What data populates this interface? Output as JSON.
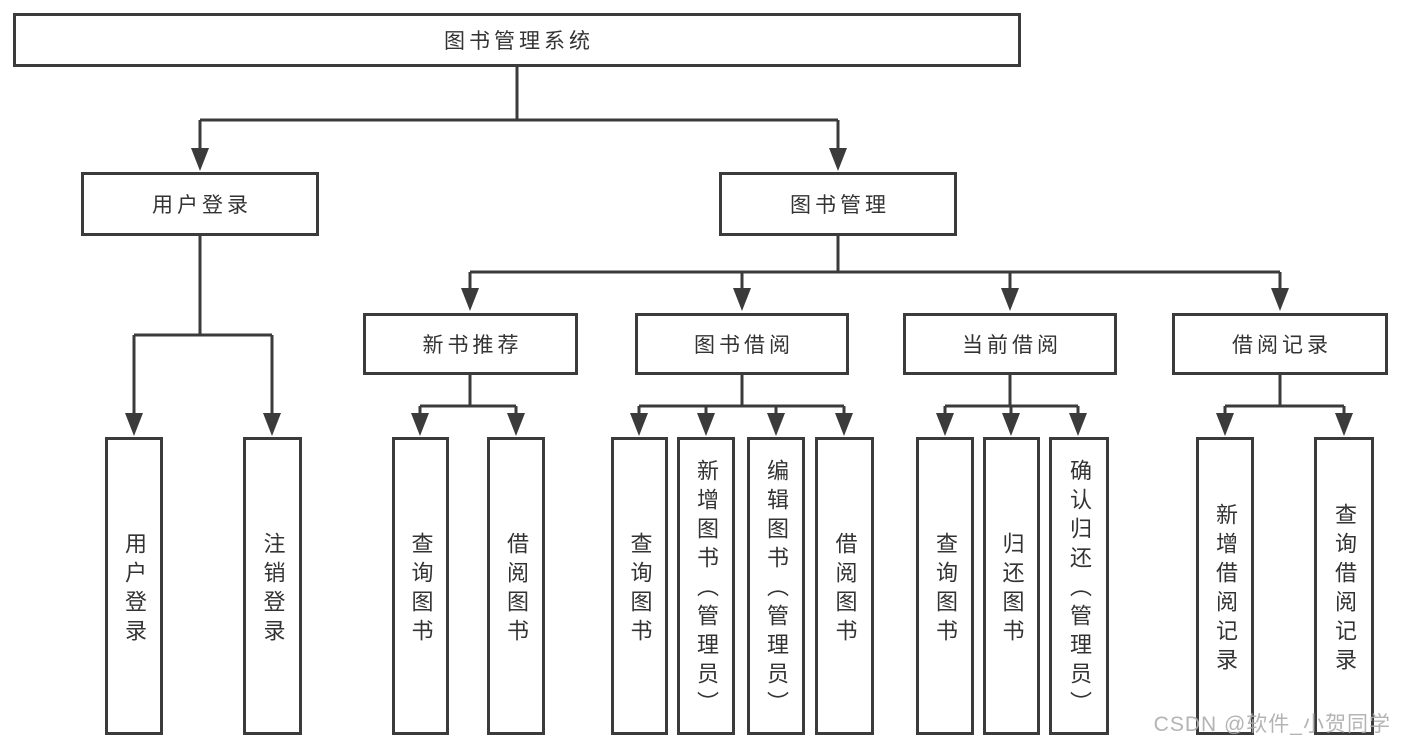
{
  "diagram_title": "图书管理系统",
  "tree": {
    "root": {
      "label": "图书管理系统"
    },
    "branches": [
      {
        "label": "用户登录",
        "children": [
          {
            "label": "用户登录"
          },
          {
            "label": "注销登录"
          }
        ]
      },
      {
        "label": "图书管理",
        "children": [
          {
            "label": "新书推荐",
            "children": [
              {
                "label": "查询图书"
              },
              {
                "label": "借阅图书"
              }
            ]
          },
          {
            "label": "图书借阅",
            "children": [
              {
                "label": "查询图书"
              },
              {
                "label": "新增图书（管理员）"
              },
              {
                "label": "编辑图书（管理员）"
              },
              {
                "label": "借阅图书"
              }
            ]
          },
          {
            "label": "当前借阅",
            "children": [
              {
                "label": "查询图书"
              },
              {
                "label": "归还图书"
              },
              {
                "label": "确认归还（管理员）"
              }
            ]
          },
          {
            "label": "借阅记录",
            "children": [
              {
                "label": "新增借阅记录"
              },
              {
                "label": "查询借阅记录"
              }
            ]
          }
        ]
      }
    ]
  },
  "watermark": "CSDN @软件_小贺同学",
  "colors": {
    "line": "#3b3b3b",
    "text": "#333333",
    "watermark": "#acacac",
    "background": "#ffffff"
  }
}
